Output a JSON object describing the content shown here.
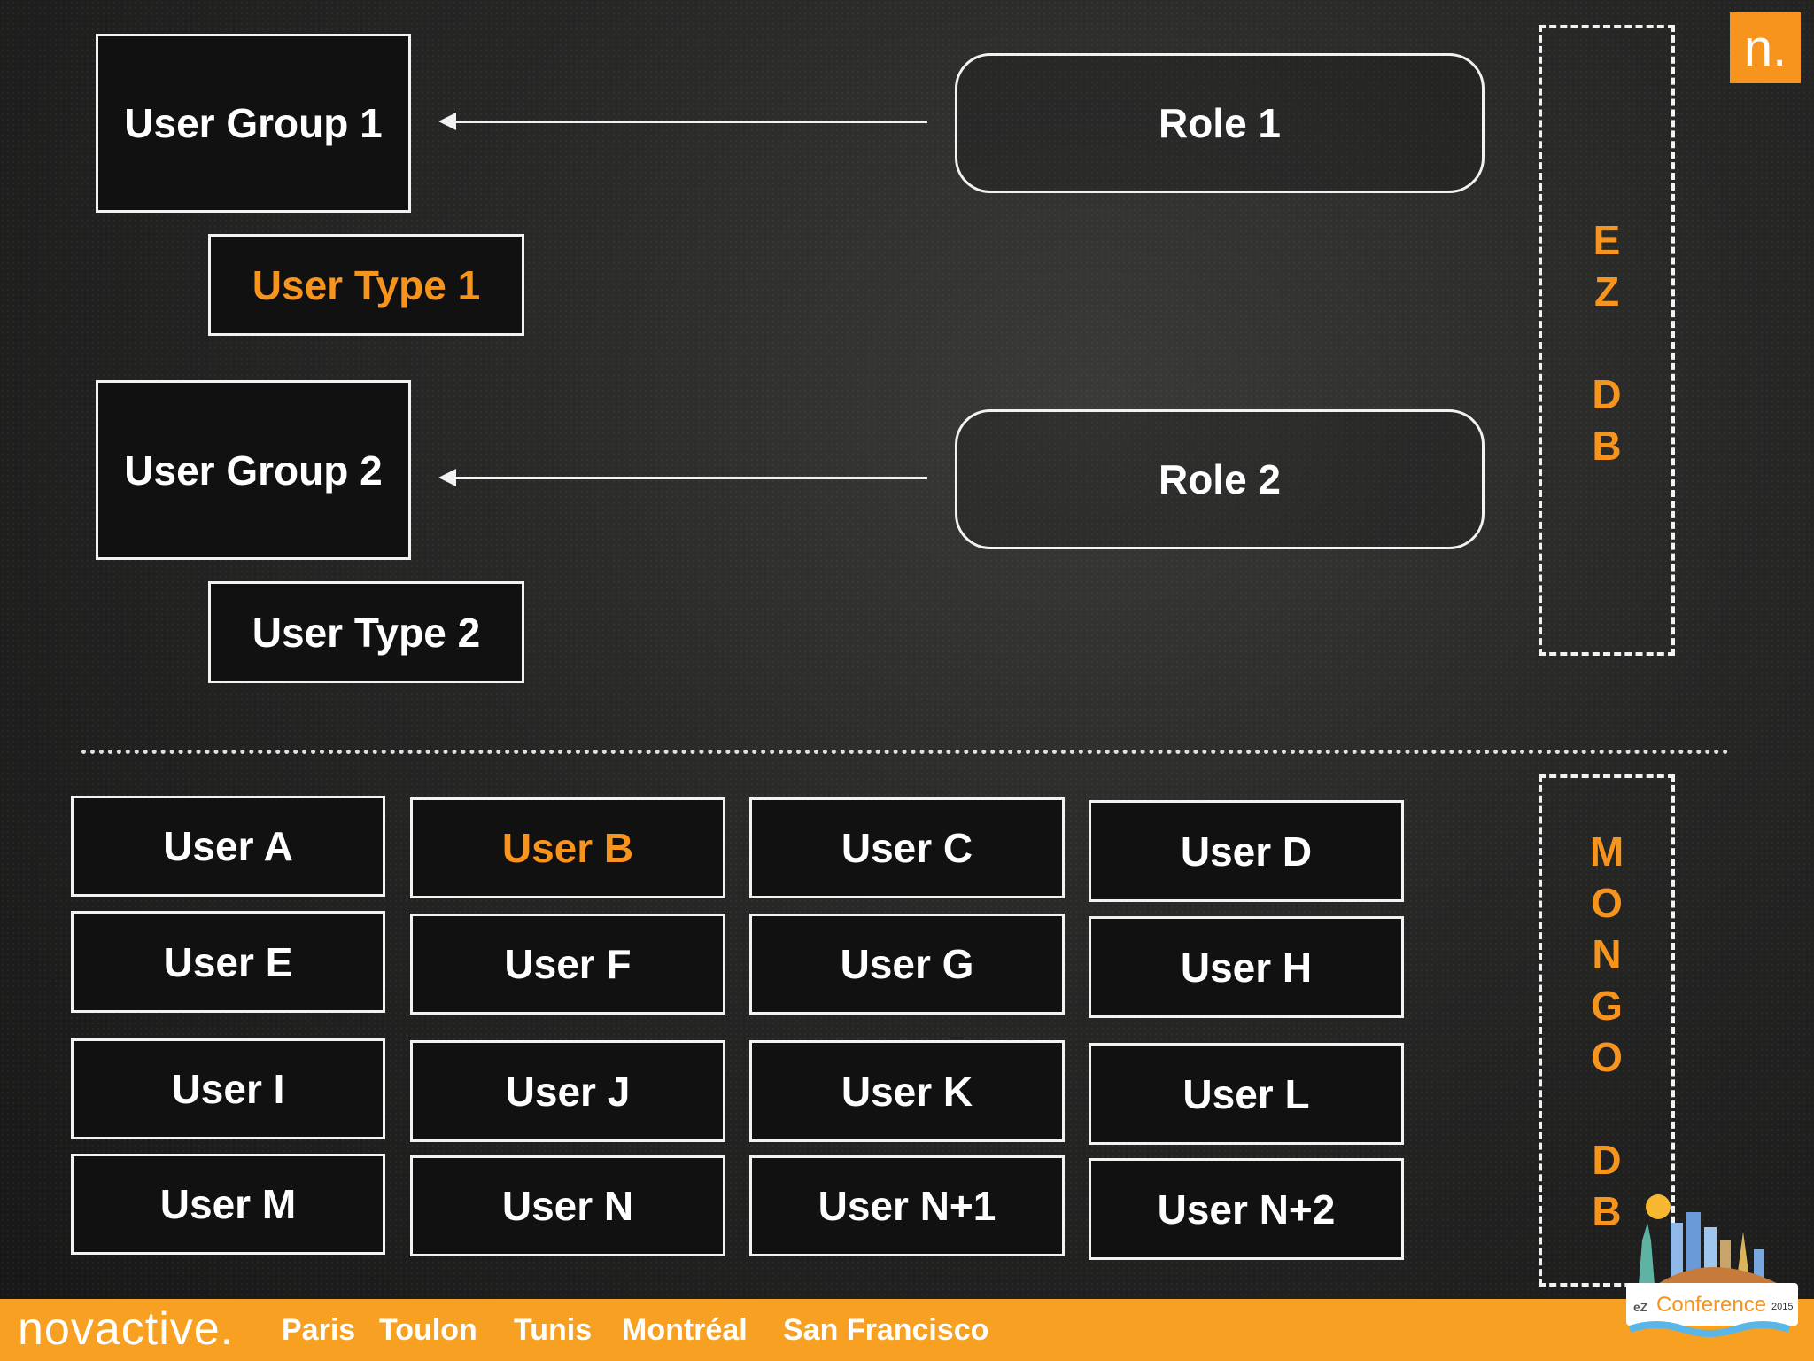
{
  "user_groups": [
    {
      "label": "User Group 1"
    },
    {
      "label": "User Group 2"
    }
  ],
  "user_types": [
    {
      "label": "User Type 1"
    },
    {
      "label": "User Type 2"
    }
  ],
  "roles": [
    {
      "label": "Role 1"
    },
    {
      "label": "Role 2"
    }
  ],
  "ez_db_letters": [
    "E",
    "Z",
    "D",
    "B"
  ],
  "mongo_db_letters": [
    "M",
    "O",
    "N",
    "G",
    "O",
    "D",
    "B"
  ],
  "users": [
    [
      "User A",
      "User B",
      "User C",
      "User D"
    ],
    [
      "User E",
      "User F",
      "User G",
      "User H"
    ],
    [
      "User I",
      "User J",
      "User K",
      "User L"
    ],
    [
      "User M",
      "User N",
      "User N+1",
      "User N+2"
    ]
  ],
  "logo": {
    "text": "n."
  },
  "footer": {
    "brand": "novactive.",
    "cities": [
      "Paris",
      "Toulon",
      "Tunis",
      "Montréal",
      "San Francisco"
    ]
  },
  "conference": {
    "prefix": "eZ",
    "label": "Conference",
    "year": "2015"
  },
  "colors": {
    "accent": "#f7941d",
    "border": "#f2f2f2",
    "footer": "#f7a021"
  }
}
